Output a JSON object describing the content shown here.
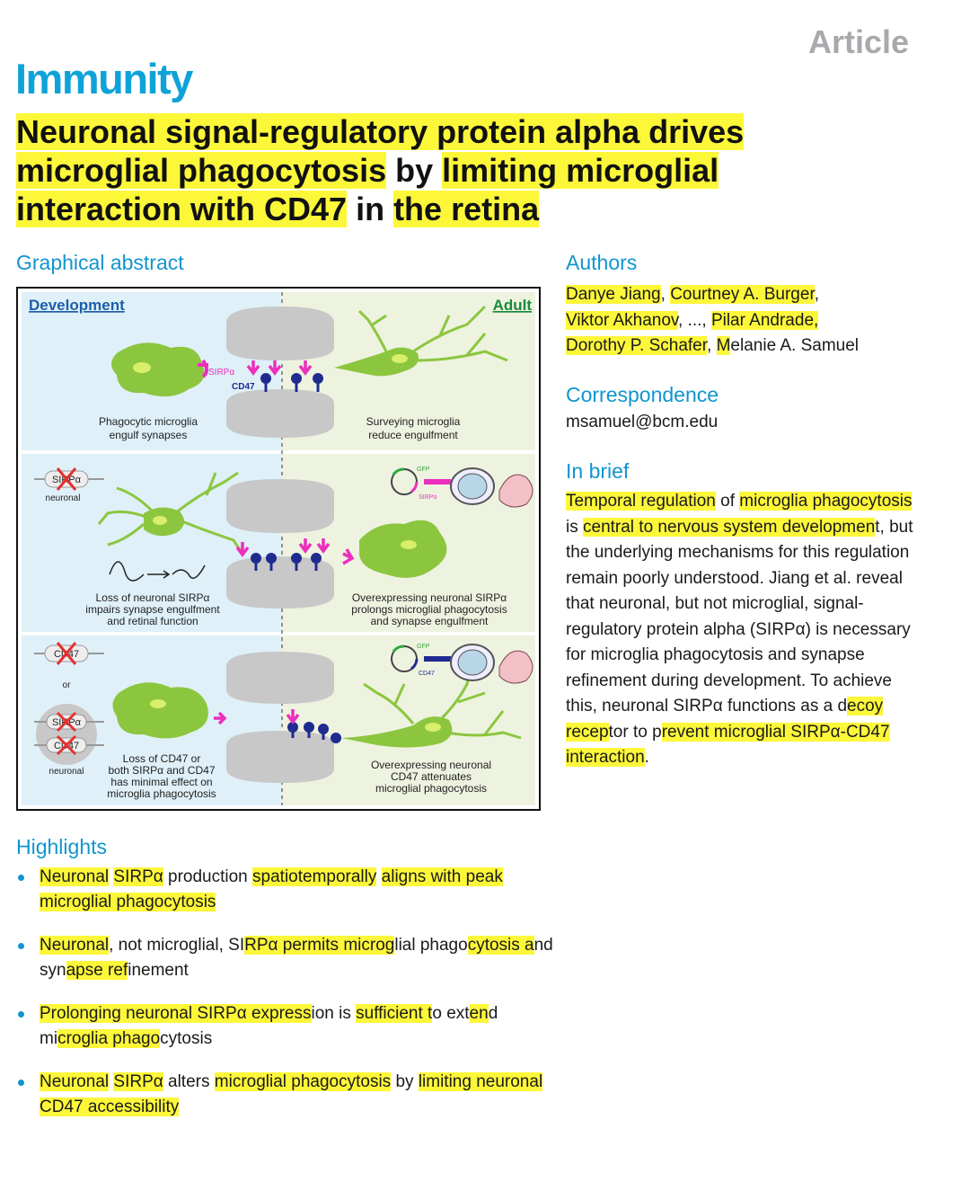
{
  "header": {
    "article_label": "Article",
    "journal": "Immunity"
  },
  "title": {
    "line1_a": "Neuronal signal-regulatory protein alpha drives",
    "line2_a": "microglial phagocytosis",
    "line2_b": " by ",
    "line2_c": "limiting microglial",
    "line3_a": "interaction with CD47",
    "line3_b": " in ",
    "line3_c": "the retina"
  },
  "sections": {
    "graphical_abstract": "Graphical abstract",
    "authors": "Authors",
    "correspondence": "Correspondence",
    "in_brief": "In brief",
    "highlights": "Highlights"
  },
  "authors": {
    "a1": "Danye Jiang",
    "sep1": ", ",
    "a2": "Courtney A. Burger",
    "sep2": ",",
    "a3": "Viktor Akhanov",
    "sep3": ", ..., ",
    "a4": "Pilar Andrade,",
    "a5": "Dorothy P. Schafer",
    "sep5": ", ",
    "a6_hl": "M",
    "a6_rest": "elanie A. Samuel"
  },
  "correspondence": {
    "email": "msamuel@bcm.edu"
  },
  "in_brief": {
    "p1": "Temporal regulation",
    "p2": " of ",
    "p3": "microglia phagocytosis",
    "p4": " is ",
    "p5": "central to nervous system developmen",
    "p6": "t, but the underlying mechanisms for this regulation remain poorly understood. Jiang et al. reveal that neuronal, but not microglial, signal-regulatory protein alpha (SIRPα) is necessary for microglia phagocytosis and synapse refinement during development. To achieve this, neuronal SIRPα functions as a d",
    "p7": "ecoy recep",
    "p8": "tor to p",
    "p9": "revent microglial SIRPα-CD47 interaction",
    "p10": "."
  },
  "highlights": [
    {
      "s1": "Neuronal",
      "s2": " ",
      "s3": "SIRPα",
      "s4": " production ",
      "s5": "spatiotemporally",
      "s6": " ",
      "s7": "aligns with peak microglial phagocytosis",
      "s8": ""
    },
    {
      "s1": "Neuronal",
      "s2": ", not microglial, SI",
      "s3": "RPα permits microg",
      "s4": "lial phago",
      "s5": "cytosis a",
      "s6": "nd syn",
      "s7": "apse ref",
      "s8": "inement"
    },
    {
      "s1": "Prolonging neuronal SIRPα express",
      "s2": "ion is ",
      "s3": "sufficient t",
      "s4": "o ext",
      "s5": "en",
      "s6": "d mi",
      "s7": "croglia phago",
      "s8": "cytosis"
    },
    {
      "s1": "Neuronal",
      "s2": " ",
      "s3": "SIRPα",
      "s4": " alters ",
      "s5": "microglial phagocytosis",
      "s6": " by ",
      "s7": "limiting neuronal CD47 accessibility",
      "s8": ""
    }
  ],
  "graphical_abstract": {
    "panel1": {
      "left_title": "Development",
      "right_title": "Adult",
      "sirpa": "SIRPα",
      "cd47": "CD47",
      "left_caption_1": "Phagocytic microglia",
      "left_caption_2": "engulf synapses",
      "right_caption_1": "Surveying microglia",
      "right_caption_2": "reduce engulfment"
    },
    "panel2": {
      "ko_label": "SIRPα",
      "ko_sub": "neuronal",
      "left_caption_1": "Loss of neuronal SIRPα",
      "left_caption_2": "impairs synapse engulfment",
      "left_caption_3": "and retinal function",
      "right_caption_1": "Overexpressing neuronal SIRPα",
      "right_caption_2": "prolongs microglial phagocytosis",
      "right_caption_3": "and synapse engulfment",
      "gfp": "GFP",
      "plasmid_gene": "SIRPα"
    },
    "panel3": {
      "ko_cd47": "CD47",
      "or": "or",
      "ko_sirpa": "SIRPα",
      "ko_cd47b": "CD47",
      "ko_sub": "neuronal",
      "left_caption_1": "Loss of CD47 or",
      "left_caption_2": "both SIRPα and CD47",
      "left_caption_3": "has minimal effect on",
      "left_caption_4": "microglia phagocytosis",
      "right_caption_1": "Overexpressing neuronal",
      "right_caption_2": "CD47 attenuates",
      "right_caption_3": "microglial phagocytosis",
      "gfp": "GFP",
      "plasmid_gene": "CD47"
    },
    "colors": {
      "development_bg": "#dff0f8",
      "adult_bg": "#eef3e0",
      "microglia": "#8cc63f",
      "sirpa": "#ec2fbd",
      "cd47": "#1f2b8f",
      "synapse": "#c8c8c8",
      "highlight": "#fdf73a",
      "accent_blue": "#1195cf"
    }
  }
}
